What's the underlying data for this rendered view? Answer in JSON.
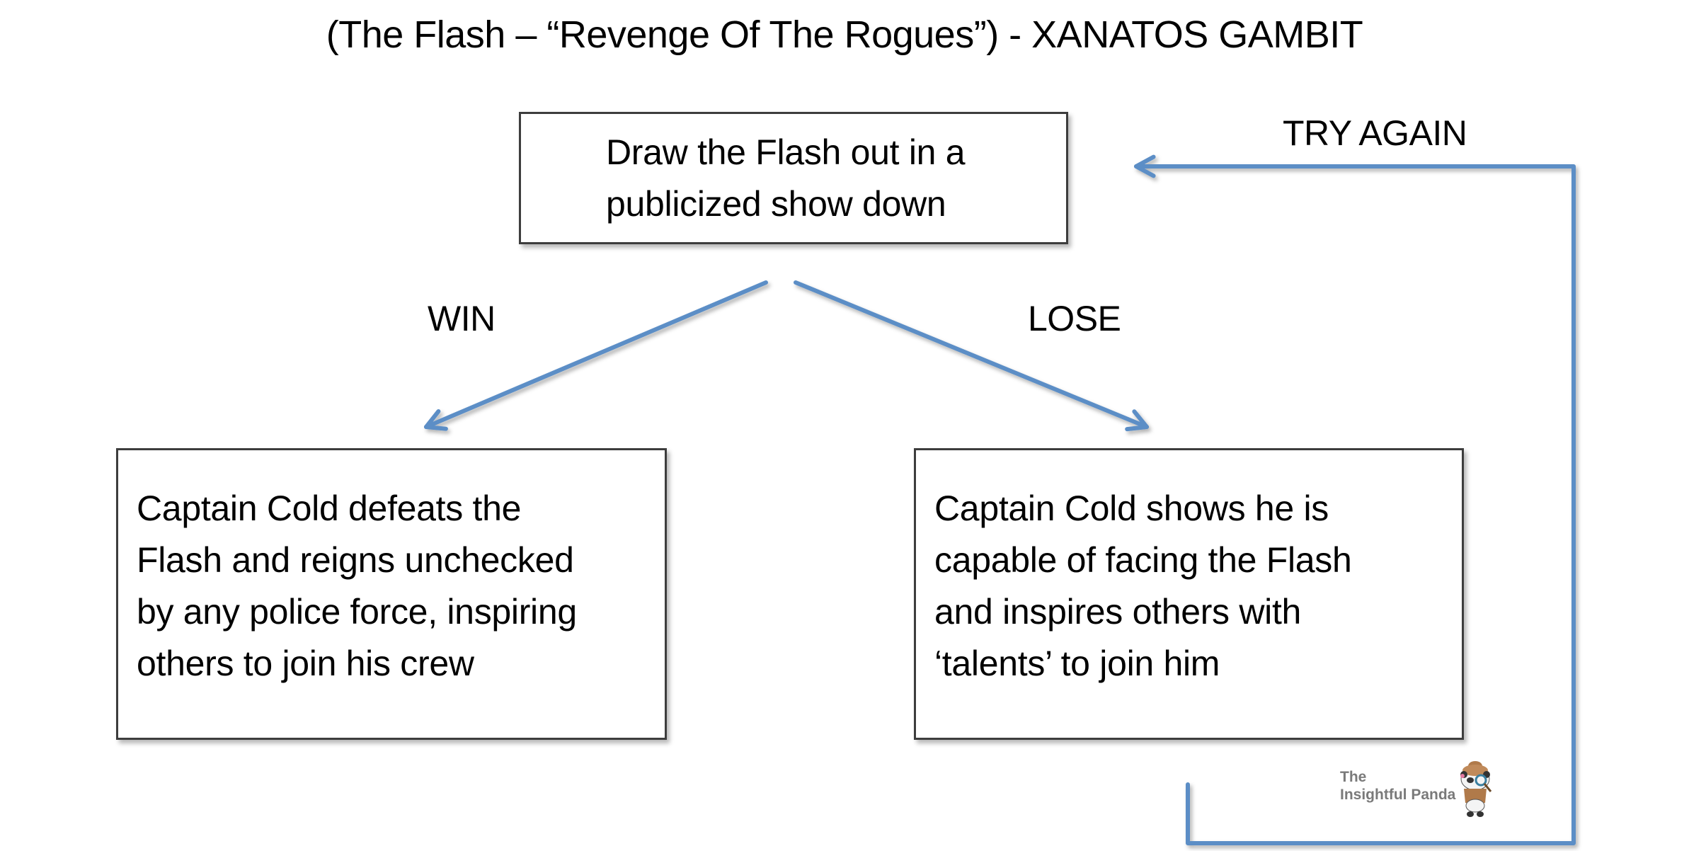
{
  "title": "(The Flash – “Revenge Of The Rogues”) - XANATOS GAMBIT",
  "nodes": {
    "start": {
      "lines": [
        "Draw the Flash out in a",
        "publicized show down"
      ]
    },
    "win": {
      "lines": [
        "Captain Cold defeats the",
        "Flash and reigns unchecked",
        "by any police force, inspiring",
        "others to join his crew"
      ]
    },
    "lose": {
      "lines": [
        "Captain Cold shows he is",
        "capable of facing the Flash",
        "and inspires others with",
        "‘talents’ to join him"
      ]
    }
  },
  "edges": {
    "win_label": "WIN",
    "lose_label": "LOSE",
    "try_again_label": "TRY AGAIN"
  },
  "watermark": {
    "line1": "The",
    "line2": "Insightful Panda",
    "icon": "panda-detective-icon"
  },
  "colors": {
    "connector": "#5b8ec6",
    "box_border": "#3d3d3d",
    "watermark_text": "#7a7a7a"
  }
}
